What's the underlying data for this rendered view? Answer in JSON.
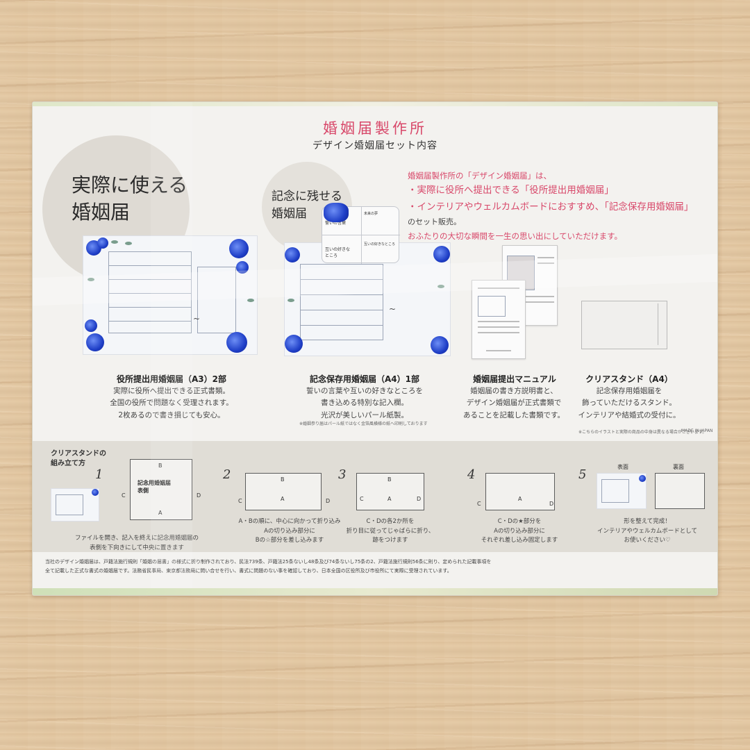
{
  "header": {
    "brand": "婚姻届製作所",
    "subtitle": "デザイン婚姻届セット内容"
  },
  "headlines": {
    "main_line1": "実際に使える",
    "main_line2": "婚姻届",
    "memorial_line1": "記念に残せる",
    "memorial_line2": "婚姻届"
  },
  "intro": {
    "line1": "婚姻届製作所の「デザイン婚姻届」は、",
    "line2": "・実際に役所へ提出できる「役所提出用婚姻届」",
    "line3": "・インテリアやウェルカムボードにおすすめ、「記念保存用婚姻届」",
    "line4": "のセット販売。",
    "line5": "おふたりの大切な瞬間を一生の思い出にしていただけます。"
  },
  "memo_card": {
    "cell1": "誓いの言葉",
    "cell2": "互いの好きな\nところ",
    "cell3": "互いの好きなところ",
    "cell4": "未来の夢"
  },
  "products": [
    {
      "title": "役所提出用婚姻届（A3）2部",
      "desc1": "実際に役所へ提出できる正式書類。",
      "desc2": "全国の役所で問題なく受理されます。",
      "desc3": "2枚あるので書き損じても安心。"
    },
    {
      "title": "記念保存用婚姻届（A4）1部",
      "desc1": "誓いの言葉や互いの好きなところを",
      "desc2": "書き込める特別な記入欄。",
      "desc3": "光沢が美しいパール紙製。",
      "note": "※婚姻参り届はパール紙ではなく金箔風横様の紙へ印刷しております"
    },
    {
      "title": "婚姻届提出マニュアル",
      "desc1": "婚姻届の書き方説明書と、",
      "desc2": "デザイン婚姻届が正式書類で",
      "desc3": "あることを記載した書類です。"
    },
    {
      "title": "クリアスタンド（A4）",
      "desc1": "記念保存用婚姻届を",
      "desc2": "飾っていただけるスタンド。",
      "desc3": "インテリアや結婚式の受付に。"
    }
  ],
  "notes": {
    "illustration": "※こちらのイラストと実際の商品の中身は異なる場合がございます。",
    "made_in": "MADE IN JAPAN"
  },
  "assembly": {
    "title_line1": "クリアスタンドの",
    "title_line2": "組み立て方",
    "steps": [
      {
        "num": "1",
        "label": "記念用婚姻届\n表側",
        "desc1": "ファイルを開き、記入を終えに記念用婚姻届の",
        "desc2": "表側を下向きにして中央に置きます"
      },
      {
        "num": "2",
        "desc1": "A・Bの順に、中心に向かって折り込み",
        "desc2": "Aの切り込み部分に",
        "desc3": "Bの☆部分を差し込みます"
      },
      {
        "num": "3",
        "desc1": "C・Dの各2か所を",
        "desc2": "折り目に従ってじゃばらに折り、",
        "desc3": "跡をつけます"
      },
      {
        "num": "4",
        "desc1": "C・Dの★部分を",
        "desc2": "Aの切り込み部分に",
        "desc3": "それぞれ差し込み固定します"
      },
      {
        "num": "5",
        "front": "表面",
        "back": "裏面",
        "desc1": "形を整えて完成！",
        "desc2": "インテリアやウェルカムボードとして",
        "desc3": "お使いください♡"
      }
    ]
  },
  "legal": {
    "line1": "当社のデザイン婚姻届は、戸籍法施行規則「婚姻の届書」の様式に折り制作されており、民法739条、戸籍法25条ないし48条及び74条ないし75条の2、戸籍法施行規則56条に則り、定められた記載事項を",
    "line2": "全て記載した正式な書式の婚姻届です。法務省民事局、東京都法務局に問い合せを行い、書式に問題のない事を確認しており、日本全国の区役所及び市役所にて実際に受理されています。"
  },
  "letters": {
    "a": "A",
    "b": "B",
    "c": "C",
    "d": "D"
  },
  "colors": {
    "brand": "#d8486a",
    "rose": "#1f3fc7",
    "background": "#e4c9a4"
  }
}
